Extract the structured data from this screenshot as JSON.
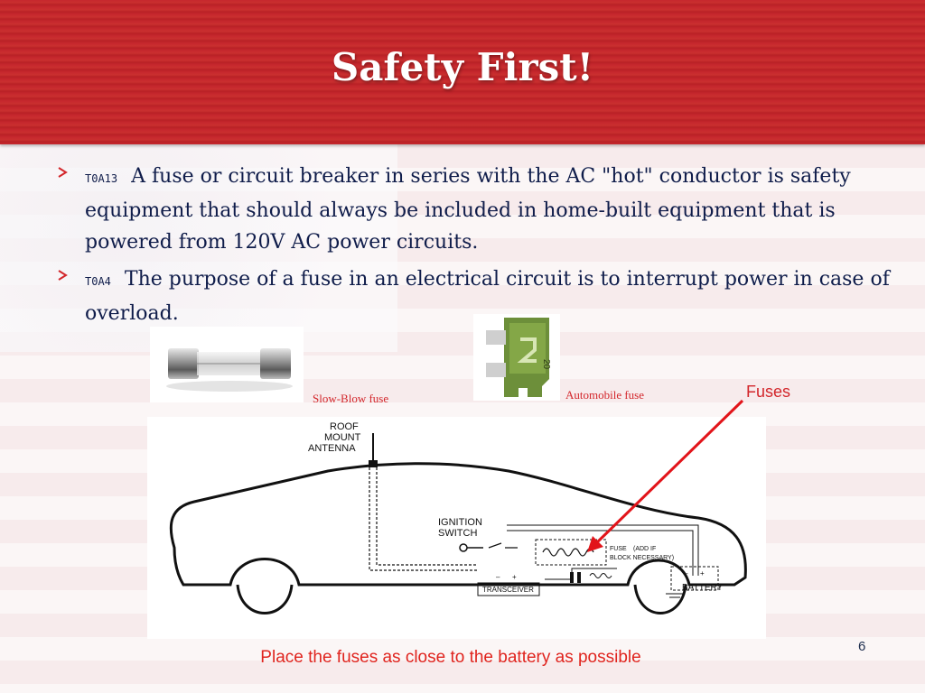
{
  "slide": {
    "title": "Safety First!",
    "bullets": [
      {
        "code": "T0A13",
        "text": "A fuse or circuit breaker in series with the AC \"hot\" conductor is safety equipment that should always be included in home-built equipment that is powered from 120V AC power circuits."
      },
      {
        "code": "T0A4",
        "text": "The purpose of a fuse in an electrical circuit is to interrupt power in case of overload."
      }
    ],
    "captions": {
      "slow_blow": "Slow-Blow fuse",
      "automobile": "Automobile fuse",
      "fuses": "Fuses"
    },
    "auto_fuse_rating": "20",
    "diagram": {
      "antenna": [
        "ROOF",
        "MOUNT",
        "ANTENNA"
      ],
      "ignition": [
        "IGNITION",
        "SWITCH"
      ],
      "fuse_label": "FUSE",
      "add_if": [
        "(ADD IF",
        "BLOCK NECESSARY)"
      ],
      "transceiver": "TRANSCEIVER",
      "battery": "BATTERY"
    },
    "footer": "Place the fuses as close to the battery as possible",
    "page_number": "6"
  },
  "colors": {
    "header_red": "#c6282e",
    "bullet_text": "#0f1c4a",
    "accent_red": "#d3262b"
  }
}
